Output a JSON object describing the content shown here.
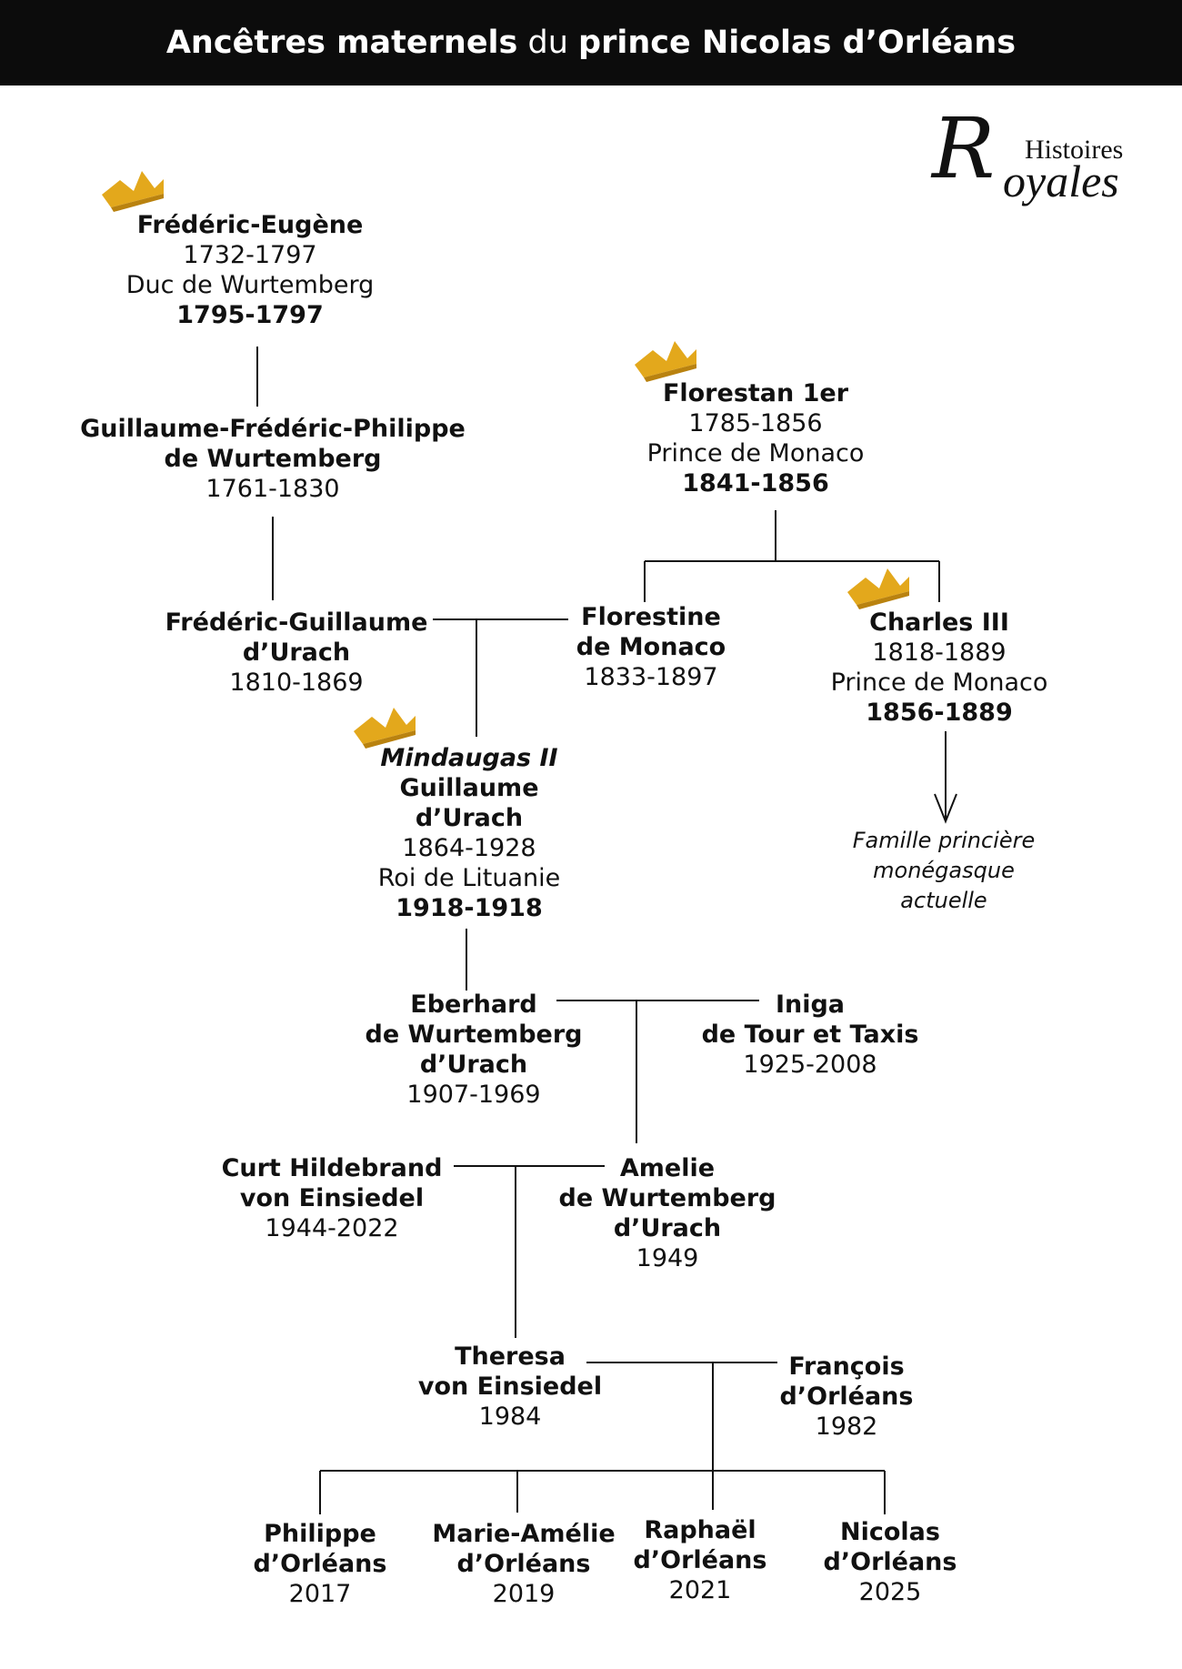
{
  "header": {
    "title_bold1": "Ancêtres maternels",
    "title_mid": " du ",
    "title_bold2": "prince Nicolas d’Orléans"
  },
  "logo": {
    "letter": "R",
    "line1": "Histoires",
    "line2": "oyales"
  },
  "people": {
    "frederic_eugene": {
      "name": "Frédéric-Eugène",
      "dates": "1732-1797",
      "title": "Duc de Wurtemberg",
      "reign": "1795-1797"
    },
    "guillaume_frederic": {
      "name1": "Guillaume-Frédéric-Philippe",
      "name2": "de Wurtemberg",
      "dates": "1761-1830"
    },
    "florestan": {
      "name": "Florestan 1er",
      "dates": "1785-1856",
      "title": "Prince de Monaco",
      "reign": "1841-1856"
    },
    "frederic_guillaume": {
      "name1": "Frédéric-Guillaume",
      "name2": "d’Urach",
      "dates": "1810-1869"
    },
    "florestine": {
      "name1": "Florestine",
      "name2": "de Monaco",
      "dates": "1833-1897"
    },
    "charles3": {
      "name": "Charles III",
      "dates": "1818-1889",
      "title": "Prince de Monaco",
      "reign": "1856-1889"
    },
    "mindaugas": {
      "name0": "Mindaugas II",
      "name1": "Guillaume",
      "name2": "d’Urach",
      "dates": "1864-1928",
      "title": "Roi de Lituanie",
      "reign": "1918-1918"
    },
    "famille": {
      "line1": "Famille princière",
      "line2": "monégasque",
      "line3": "actuelle"
    },
    "eberhard": {
      "name1": "Eberhard",
      "name2": "de Wurtemberg",
      "name3": "d’Urach",
      "dates": "1907-1969"
    },
    "iniga": {
      "name1": "Iniga",
      "name2": "de Tour et Taxis",
      "dates": "1925-2008"
    },
    "curt": {
      "name1": "Curt Hildebrand",
      "name2": "von Einsiedel",
      "dates": "1944-2022"
    },
    "amelie": {
      "name1": "Amelie",
      "name2": "de Wurtemberg",
      "name3": "d’Urach",
      "dates": "1949"
    },
    "theresa": {
      "name1": "Theresa",
      "name2": "von Einsiedel",
      "dates": "1984"
    },
    "francois": {
      "name1": "François",
      "name2": "d’Orléans",
      "dates": "1982"
    },
    "philippe": {
      "name1": "Philippe",
      "name2": "d’Orléans",
      "dates": "2017"
    },
    "marie_amelie": {
      "name1": "Marie-Amélie",
      "name2": "d’Orléans",
      "dates": "2019"
    },
    "raphael": {
      "name1": "Raphaël",
      "name2": "d’Orléans",
      "dates": "2021"
    },
    "nicolas": {
      "name1": "Nicolas",
      "name2": "d’Orléans",
      "dates": "2025"
    }
  },
  "colors": {
    "header_bg": "#0c0c0c",
    "crown_gold": "#e3a81c",
    "line": "#111111"
  }
}
